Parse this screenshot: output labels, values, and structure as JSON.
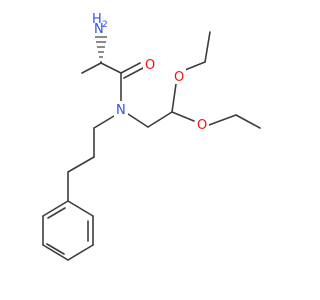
{
  "molecule": {
    "atoms": {
      "nh2": {
        "symbol": "H",
        "sub": "2",
        "tail": "N",
        "color": "#3050F8"
      },
      "o_carbonyl": {
        "symbol": "O",
        "color": "#FF0D0D"
      },
      "n_amide": {
        "symbol": "N",
        "color": "#3050F8"
      },
      "o_ether_top": {
        "symbol": "O",
        "color": "#FF0D0D"
      },
      "o_ether_bottom": {
        "symbol": "O",
        "color": "#FF0D0D"
      }
    },
    "bond_color": "#3d3d3d"
  }
}
